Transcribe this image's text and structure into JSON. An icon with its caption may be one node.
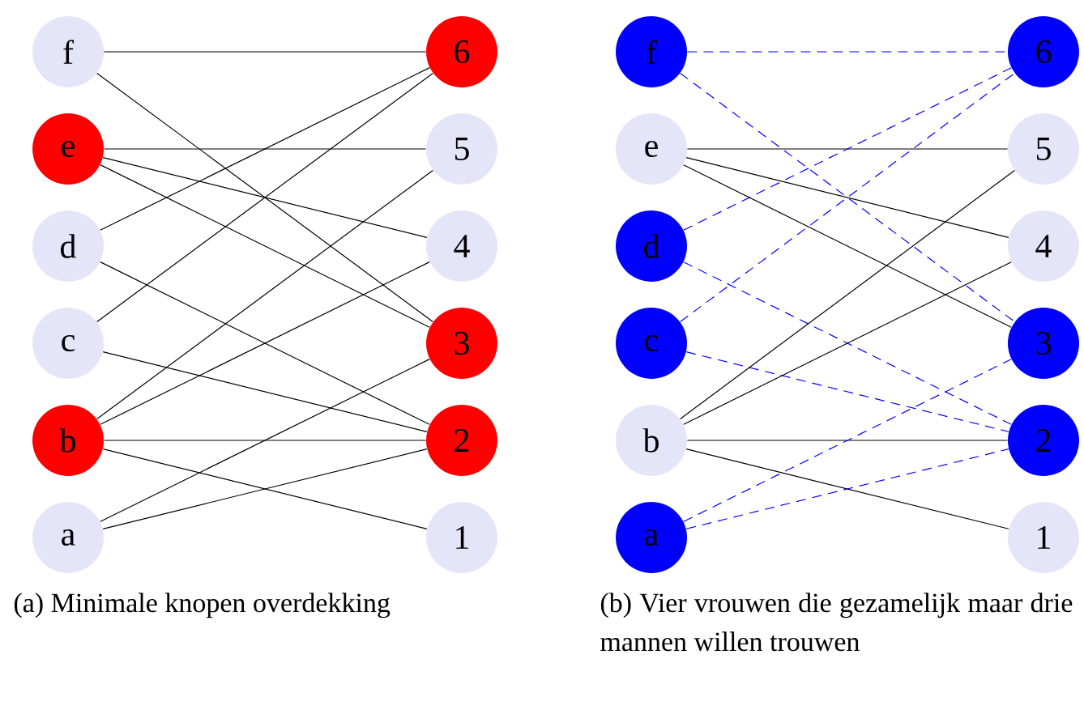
{
  "diagram": {
    "nodes": [
      {
        "text": [
          "f"
        ]
      },
      {
        "text": [
          "e"
        ]
      },
      {
        "text": [
          "d"
        ]
      },
      {
        "text": [
          "c"
        ]
      },
      {
        "text": [
          "b"
        ]
      },
      {
        "text": [
          "a"
        ]
      },
      {
        "text": [
          "6"
        ]
      },
      {
        "text": [
          "5"
        ]
      },
      {
        "text": [
          "4"
        ]
      },
      {
        "text": [
          "3"
        ]
      },
      {
        "text": [
          "2"
        ]
      },
      {
        "text": [
          "1"
        ]
      },
      {
        "text": [
          "f"
        ]
      },
      {
        "text": [
          "e"
        ]
      },
      {
        "text": [
          "d"
        ]
      },
      {
        "text": [
          "c"
        ]
      },
      {
        "text": [
          "b"
        ]
      },
      {
        "text": [
          "a"
        ]
      },
      {
        "text": [
          "6"
        ]
      },
      {
        "text": [
          "5"
        ]
      },
      {
        "text": [
          "4"
        ]
      },
      {
        "text": [
          "3"
        ]
      },
      {
        "text": [
          "2"
        ]
      },
      {
        "text": [
          "1"
        ]
      }
    ],
    "edges": [
      {
        "from": 0,
        "to": 6,
        "arrow": "none"
      },
      {
        "from": 0,
        "to": 9,
        "arrow": "none"
      },
      {
        "from": 1,
        "to": 7,
        "arrow": "none"
      },
      {
        "from": 1,
        "to": 8,
        "arrow": "none"
      },
      {
        "from": 1,
        "to": 9,
        "arrow": "none"
      },
      {
        "from": 2,
        "to": 6,
        "arrow": "none"
      },
      {
        "from": 2,
        "to": 10,
        "arrow": "none"
      },
      {
        "from": 3,
        "to": 6,
        "arrow": "none"
      },
      {
        "from": 3,
        "to": 10,
        "arrow": "none"
      },
      {
        "from": 4,
        "to": 7,
        "arrow": "none"
      },
      {
        "from": 4,
        "to": 8,
        "arrow": "none"
      },
      {
        "from": 4,
        "to": 10,
        "arrow": "none"
      },
      {
        "from": 4,
        "to": 11,
        "arrow": "none"
      },
      {
        "from": 5,
        "to": 9,
        "arrow": "none"
      },
      {
        "from": 5,
        "to": 10,
        "arrow": "none"
      },
      {
        "from": 12,
        "to": 18,
        "arrow": "none",
        "style": "dashed",
        "color": "#0000ff"
      },
      {
        "from": 12,
        "to": 21,
        "arrow": "none",
        "style": "dashed",
        "color": "#0000ff"
      },
      {
        "from": 13,
        "to": 19,
        "arrow": "none"
      },
      {
        "from": 13,
        "to": 20,
        "arrow": "none"
      },
      {
        "from": 13,
        "to": 21,
        "arrow": "none"
      },
      {
        "from": 14,
        "to": 18,
        "arrow": "none",
        "style": "dashed",
        "color": "#0000ff"
      },
      {
        "from": 14,
        "to": 22,
        "arrow": "none",
        "style": "dashed",
        "color": "#0000ff"
      },
      {
        "from": 15,
        "to": 18,
        "arrow": "none",
        "style": "dashed",
        "color": "#0000ff"
      },
      {
        "from": 15,
        "to": 22,
        "arrow": "none",
        "style": "dashed",
        "color": "#0000ff"
      },
      {
        "from": 16,
        "to": 19,
        "arrow": "none"
      },
      {
        "from": 16,
        "to": 20,
        "arrow": "none"
      },
      {
        "from": 16,
        "to": 22,
        "arrow": "none"
      },
      {
        "from": 16,
        "to": 23,
        "arrow": "none"
      },
      {
        "from": 17,
        "to": 21,
        "arrow": "none",
        "style": "dashed",
        "color": "#0000ff"
      },
      {
        "from": 17,
        "to": 22,
        "arrow": "none",
        "style": "dashed",
        "color": "#0000ff"
      }
    ],
    "labels": [
      "(a) Minimale knopen overdekking",
      "(b) Vier vrouwen die gezamelijk maar drie mannen willen trouwen"
    ]
  }
}
